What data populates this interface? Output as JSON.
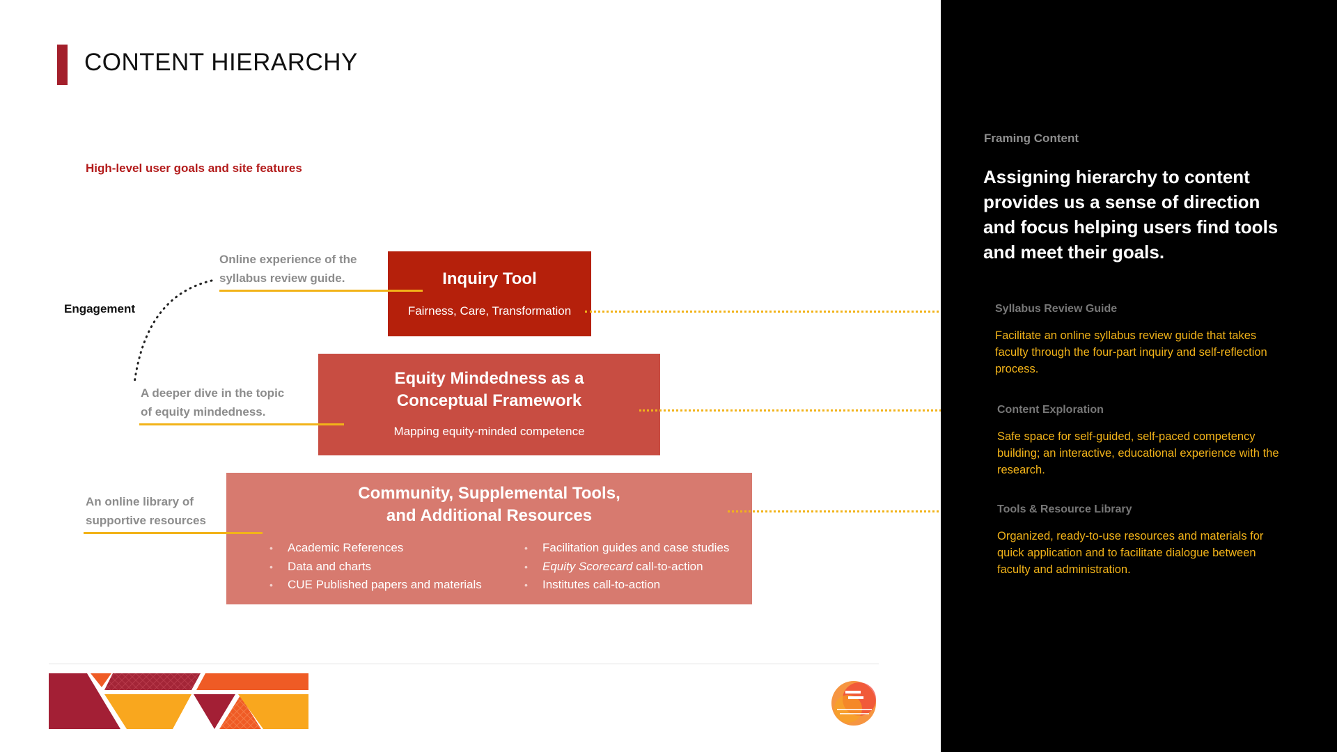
{
  "header": {
    "title": "CONTENT HIERARCHY",
    "subtitle": "High-level user goals and site features"
  },
  "diagram": {
    "engagement_label": "Engagement",
    "notes": [
      "Online experience of the syllabus review guide.",
      "A deeper dive in the topic of equity mindedness.",
      "An online library of supportive resources"
    ],
    "notes_lines": [
      [
        "Online experience of the",
        "syllabus review guide."
      ],
      [
        "A deeper dive in the topic",
        "of equity mindedness."
      ],
      [
        "An online library of",
        "supportive resources"
      ]
    ],
    "tiers": [
      {
        "title": "Inquiry Tool",
        "subtitle": "Fairness, Care, Transformation"
      },
      {
        "title_lines": [
          "Equity Mindedness as a",
          "Conceptual Framework"
        ],
        "subtitle": "Mapping equity-minded competence"
      },
      {
        "title_lines": [
          "Community, Supplemental Tools,",
          "and Additional Resources"
        ],
        "list_left": [
          "Academic References",
          "Data and charts",
          "CUE Published papers and materials"
        ],
        "list_right_1": "Facilitation guides and case studies",
        "list_right_2_italic": "Equity Scorecard",
        "list_right_2_rest": " call-to-action",
        "list_right_3": "Institutes call-to-action"
      }
    ],
    "bullet_glyph": "•"
  },
  "panel": {
    "framing_label": "Framing Content",
    "framing_text": "Assigning hierarchy to content provides us a sense of direction and focus helping users find tools and meet their goals.",
    "sections": [
      {
        "label": "Syllabus Review Guide",
        "text": "Facilitate an online syllabus review guide that takes faculty through the four-part inquiry and self-reflection process."
      },
      {
        "label": "Content Exploration",
        "text": "Safe space for self-guided, self-paced competency building; an interactive, educational experience with the research."
      },
      {
        "label": "Tools & Resource Library",
        "text": "Organized, ready-to-use resources and materials for quick application and to facilitate dialogue between faculty and administration."
      }
    ]
  },
  "colors": {
    "accent_red": "#a31f2b",
    "tier_1": "#b5200b",
    "tier_2": "#c84d42",
    "tier_3": "#d77a6f",
    "highlight_yellow": "#f2b319",
    "panel_bg": "#000000"
  },
  "icons": [
    "footer-geometric-pattern",
    "center-for-urban-education-logo"
  ]
}
